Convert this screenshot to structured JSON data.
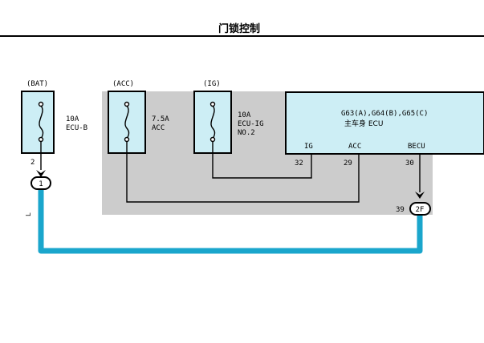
{
  "title": "门锁控制",
  "colors": {
    "background": "#ffffff",
    "ecu_fill": "#cdeef5",
    "fuse_fill": "#cdeef5",
    "panel_gray": "#cccccc",
    "harness": "#1aa6cc",
    "line": "#000000"
  },
  "fuses": [
    {
      "source": "(BAT)",
      "rating": "10A",
      "name": "ECU-B",
      "name2": "",
      "pin": "2"
    },
    {
      "source": "(ACC)",
      "rating": "7.5A",
      "name": "ACC",
      "name2": ""
    },
    {
      "source": "(IG)",
      "rating": "10A",
      "name": "ECU-IG",
      "name2": "NO.2"
    }
  ],
  "ecu": {
    "connectors": "G63(A),G64(B),G65(C)",
    "name": "主车身 ECU",
    "terminals": [
      {
        "label": "IG",
        "pin": "32"
      },
      {
        "label": "ACC",
        "pin": "29"
      },
      {
        "label": "BECU",
        "pin": "30"
      }
    ]
  },
  "connectors": {
    "left": "1",
    "right": "2F",
    "right_pin": "39"
  },
  "wire_color_label": "L"
}
